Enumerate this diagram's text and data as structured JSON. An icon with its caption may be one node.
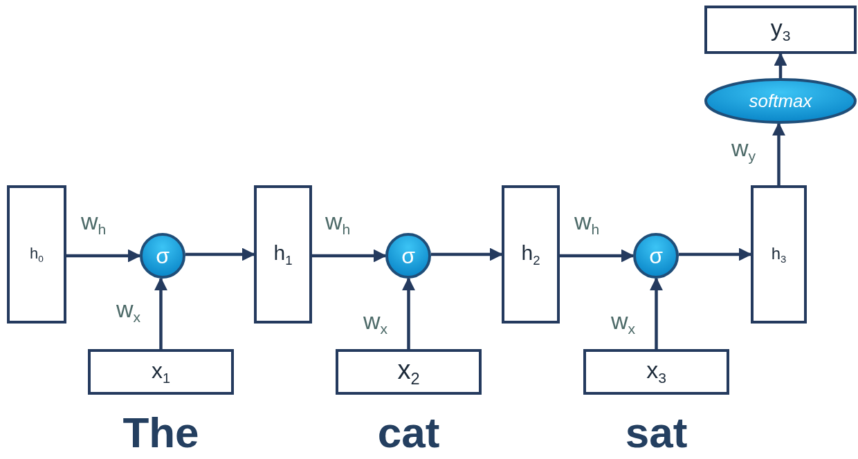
{
  "diagram": {
    "nodes": [
      {
        "text": [
          "h$_{0}$"
        ]
      },
      {
        "text": [
          "σ"
        ]
      },
      {
        "text": [
          "h$_{1}$"
        ]
      },
      {
        "text": [
          "σ"
        ]
      },
      {
        "text": [
          "h$_{2}$"
        ]
      },
      {
        "text": [
          "σ"
        ]
      },
      {
        "text": [
          "h$_{3}$"
        ]
      },
      {
        "text": [
          "x$_{1}$"
        ],
        "beside": [
          "The"
        ]
      },
      {
        "text": [
          "x$_{2}$"
        ],
        "beside": [
          "cat"
        ]
      },
      {
        "text": [
          "x$_{3}$"
        ],
        "beside": [
          "sat"
        ]
      },
      {
        "text": [
          "softmax"
        ]
      },
      {
        "text": [
          "y$_{3}$"
        ]
      }
    ],
    "edges": [
      {
        "from": 0,
        "to": 1,
        "arrow": "to",
        "label": "w$_{h}$"
      },
      {
        "from": 7,
        "to": 1,
        "arrow": "to",
        "label": "w$_{x}$"
      },
      {
        "from": 1,
        "to": 2,
        "arrow": "to"
      },
      {
        "from": 2,
        "to": 3,
        "arrow": "to",
        "label": "w$_{h}$"
      },
      {
        "from": 8,
        "to": 3,
        "arrow": "to",
        "label": "w$_{x}$"
      },
      {
        "from": 3,
        "to": 4,
        "arrow": "to"
      },
      {
        "from": 4,
        "to": 5,
        "arrow": "to",
        "label": "w$_{h}$"
      },
      {
        "from": 9,
        "to": 5,
        "arrow": "to",
        "label": "w$_{x}$"
      },
      {
        "from": 5,
        "to": 6,
        "arrow": "to"
      },
      {
        "from": 6,
        "to": 10,
        "arrow": "to",
        "label": "w$_{y}$"
      },
      {
        "from": 10,
        "to": 11,
        "arrow": "to"
      }
    ]
  }
}
